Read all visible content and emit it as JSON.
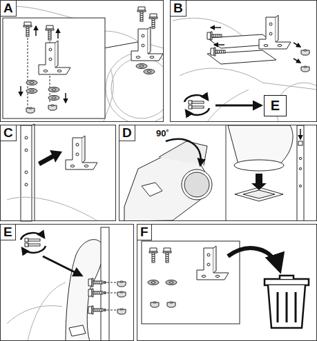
{
  "diagram": {
    "nodes": [
      {
        "text": [
          "A"
        ]
      },
      {
        "text": [
          "B"
        ]
      },
      {
        "text": [
          "E"
        ],
        "in": 1
      },
      {
        "text": [
          "C"
        ]
      },
      {
        "text": [
          "D"
        ]
      },
      {
        "text": [
          "E"
        ]
      },
      {
        "text": [
          "F"
        ]
      }
    ],
    "labels": [
      "90˚"
    ]
  }
}
